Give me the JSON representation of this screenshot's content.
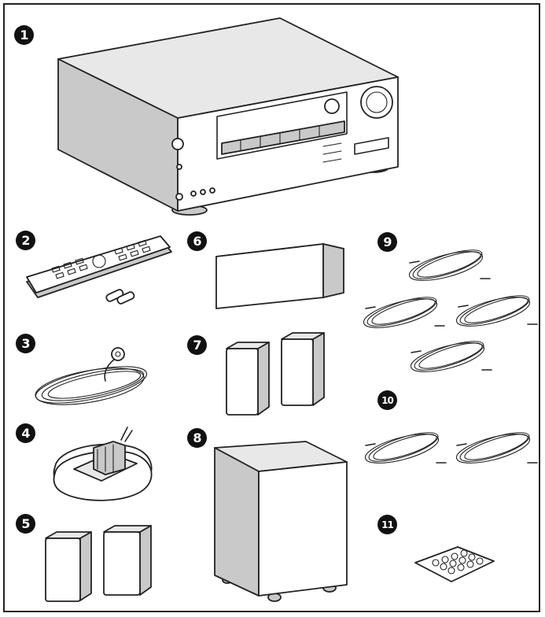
{
  "items": [
    {
      "number": "1",
      "icon": "av-receiver-icon"
    },
    {
      "number": "2",
      "icon": "remote-control-with-batteries-icon"
    },
    {
      "number": "3",
      "icon": "fm-antenna-icon"
    },
    {
      "number": "4",
      "icon": "am-loop-antenna-icon"
    },
    {
      "number": "5",
      "icon": "pair-of-small-speakers-icon"
    },
    {
      "number": "6",
      "icon": "center-speaker-icon"
    },
    {
      "number": "7",
      "icon": "pair-of-surround-speakers-icon"
    },
    {
      "number": "8",
      "icon": "subwoofer-icon"
    },
    {
      "number": "9",
      "icon": "four-speaker-cables-icon"
    },
    {
      "number": "10",
      "icon": "two-speaker-cables-icon"
    },
    {
      "number": "11",
      "icon": "non-slip-pad-sheet-icon"
    }
  ]
}
